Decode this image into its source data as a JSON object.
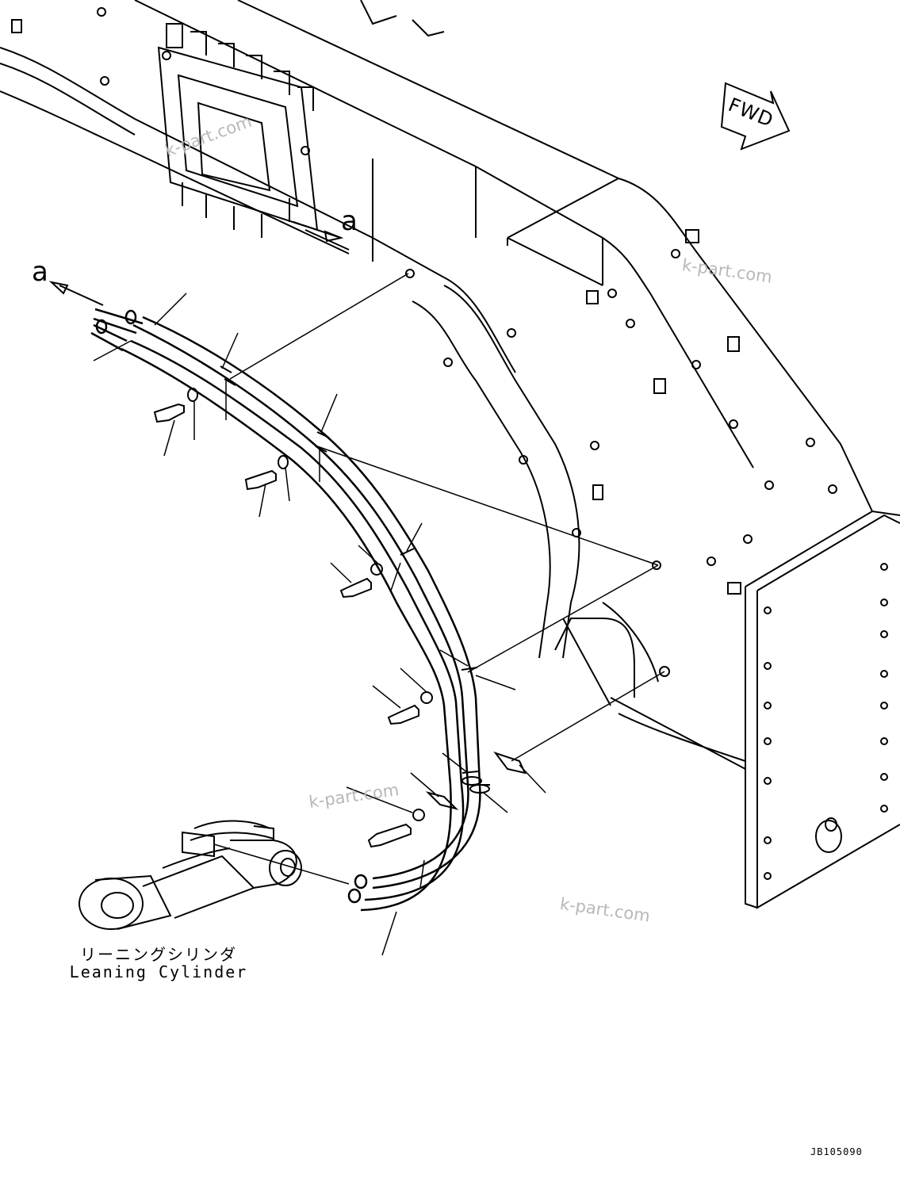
{
  "view_labels": {
    "a_top": "a",
    "a_left": "a"
  },
  "fwd_label": "FWD",
  "caption": {
    "jp": "リーニングシリンダ",
    "en": "Leaning Cylinder"
  },
  "watermark": "k-part.com",
  "drawing_code": "JB105090"
}
